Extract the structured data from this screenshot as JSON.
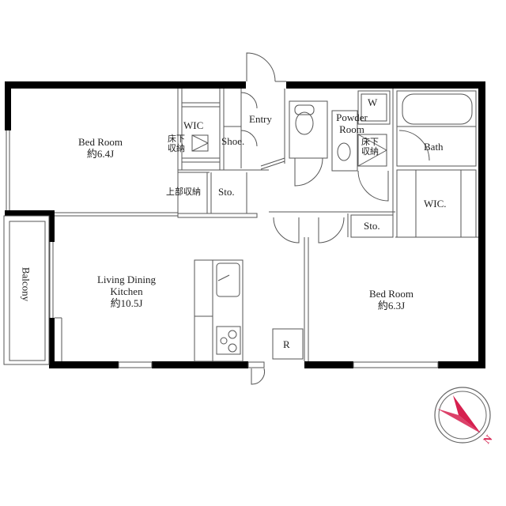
{
  "plan": {
    "rooms": {
      "bedroom1": {
        "name": "Bed Room",
        "size": "約6.4J"
      },
      "bedroom2": {
        "name": "Bed Room",
        "size": "約6.3J"
      },
      "ldk": {
        "line1": "Living Dining",
        "line2": "Kitchen",
        "size": "約10.5J"
      },
      "balcony": {
        "name": "Balcony"
      },
      "entry": {
        "name": "Entry"
      },
      "powder": {
        "line1": "Powder",
        "line2": "Room"
      },
      "bath": {
        "name": "Bath"
      }
    },
    "storage": {
      "wic1": "WIC",
      "wic2": "WIC.",
      "shoe": "Shoe.",
      "sto1": "Sto.",
      "sto2": "Sto.",
      "upper_storage": "上部収納",
      "underfloor1_line1": "床下",
      "underfloor1_line2": "収納",
      "underfloor2_line1": "床下",
      "underfloor2_line2": "収納",
      "washer": "W",
      "fridge": "R"
    },
    "compass": {
      "label": "N",
      "color": "#d6204f"
    }
  }
}
